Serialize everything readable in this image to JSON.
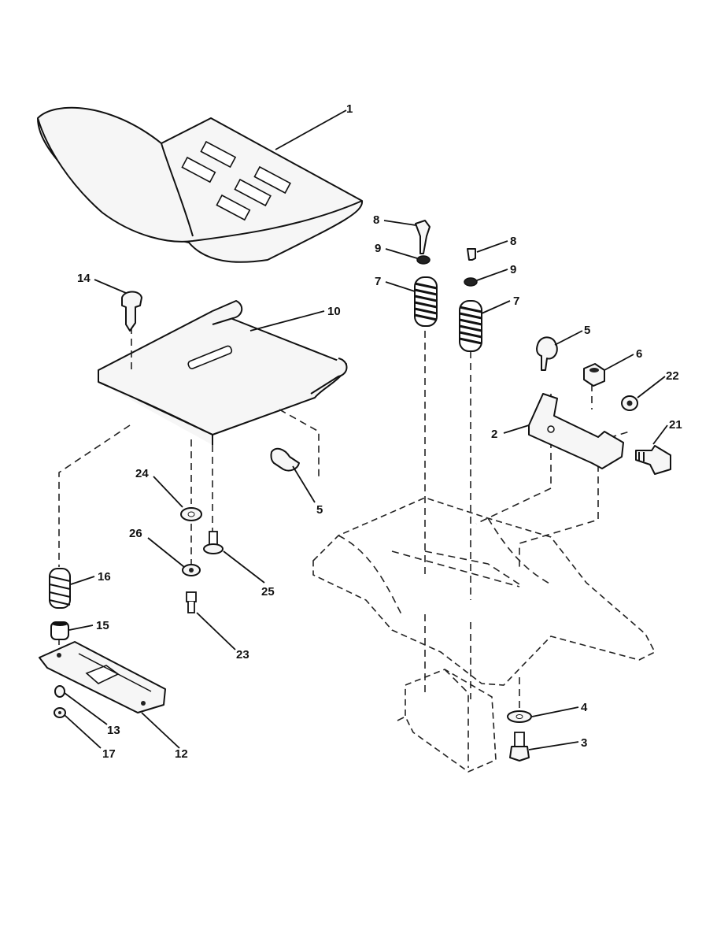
{
  "callouts": {
    "c1": "1",
    "c2": "2",
    "c3": "3",
    "c4": "4",
    "c5a": "5",
    "c5b": "5",
    "c6": "6",
    "c7a": "7",
    "c7b": "7",
    "c8a": "8",
    "c8b": "8",
    "c9a": "9",
    "c9b": "9",
    "c10": "10",
    "c12": "12",
    "c13": "13",
    "c14": "14",
    "c15": "15",
    "c16": "16",
    "c17": "17",
    "c21": "21",
    "c22": "22",
    "c23": "23",
    "c24": "24",
    "c25": "25",
    "c26": "26"
  }
}
